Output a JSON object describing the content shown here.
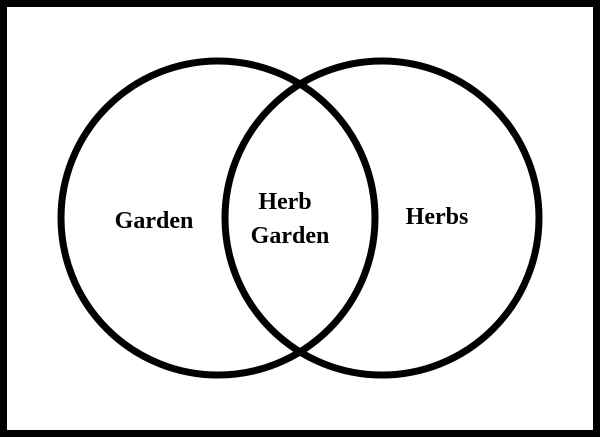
{
  "diagram": {
    "type": "venn",
    "left_set": {
      "label": "Garden"
    },
    "right_set": {
      "label": "Herbs"
    },
    "intersection": {
      "lines": [
        "Herb",
        "Garden"
      ]
    }
  },
  "colors": {
    "stroke": "#000000",
    "background": "#ffffff"
  }
}
